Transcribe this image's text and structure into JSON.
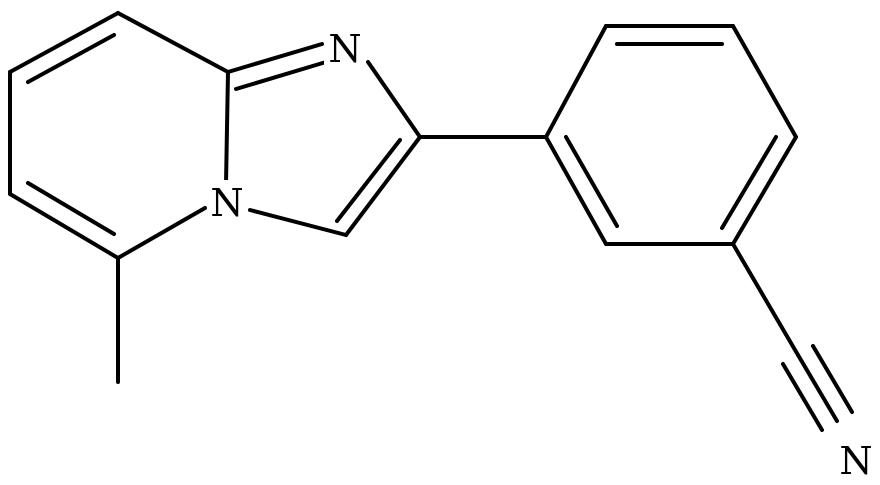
{
  "molecule": {
    "atoms": [
      {
        "id": "n-bridge",
        "symbol": "N"
      },
      {
        "id": "n-imidazole",
        "symbol": "N"
      },
      {
        "id": "n-nitrile",
        "symbol": "N"
      }
    ]
  },
  "style": {
    "bond_color": "#000000",
    "label_color": "#000000",
    "background": "#ffffff"
  }
}
